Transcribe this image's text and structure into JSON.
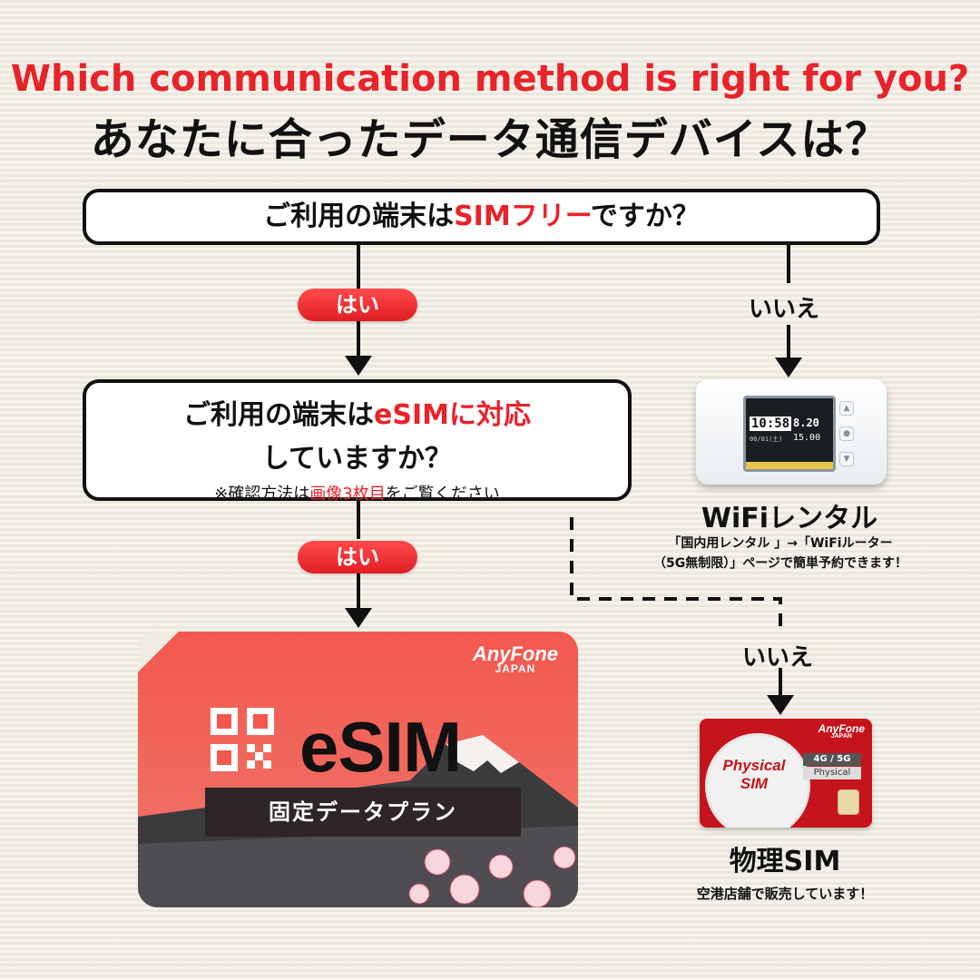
{
  "header": {
    "title_en": "Which communication method is right for you?",
    "title_ja": "あなたに合ったデータ通信デバイスは？"
  },
  "question1": {
    "pre": "ご利用の端末は",
    "highlight": "SIMフリー",
    "post": "ですか？"
  },
  "question2": {
    "line1_pre": "ご利用の端末は",
    "line1_highlight": "eSIMに対応",
    "line2": "していますか？",
    "note_pre": "※確認方法は",
    "note_highlight": "画像3枚目",
    "note_post": "をご覧ください"
  },
  "answers": {
    "yes1": "はい",
    "yes2": "はい",
    "no1": "いいえ",
    "no2": "いいえ"
  },
  "wifi": {
    "title": "WiFiレンタル",
    "desc_line1": "「国内用レンタル 」→「WiFiルーター",
    "desc_line2": "（5G無制限）」ページで簡単予約できます！",
    "screen_time": "10:58",
    "screen_date": "06/01(土)",
    "screen_data1": "8.20",
    "screen_data2": "15.00"
  },
  "esim_card": {
    "main_text": "eSIM",
    "plan_label": "固定データプラン",
    "brand_line1": "AnyFone",
    "brand_line2": "JAPAN"
  },
  "physical_sim": {
    "card_text_line1": "Physical",
    "card_text_line2": "SIM",
    "tag_speed": "4G / 5G",
    "tag_type": "Physical",
    "brand_line1": "AnyFone",
    "brand_line2": "JAPAN",
    "title": "物理SIM",
    "desc": "空港店舗で販売しています！"
  },
  "colors": {
    "accent": "#e8232a",
    "dark": "#111111",
    "background": "#f1ece2"
  }
}
